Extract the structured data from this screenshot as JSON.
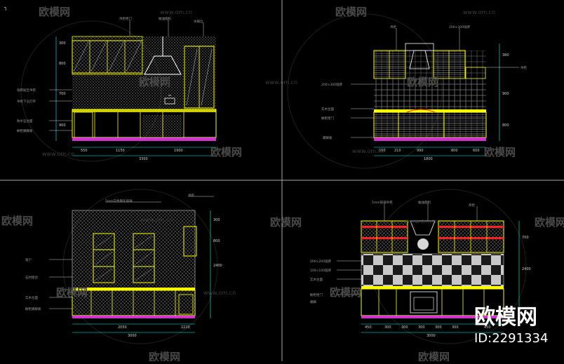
{
  "corner_mark": "┐",
  "watermark": {
    "logo_text": "欧模网",
    "url": "www.om.cn"
  },
  "brand": {
    "name": "欧模网",
    "id": "ID:2291334"
  },
  "colors": {
    "background": "#000000",
    "outline": "#ffff00",
    "dimension": "#00ffff",
    "accent_red": "#ff2020",
    "magenta": "#ff40ff",
    "hatch": "#7a7a7a",
    "leader": "#ffffff"
  },
  "dims": {
    "tl": [
      "550",
      "1150",
      "1900",
      "3300"
    ],
    "tr": [
      "500",
      "210",
      "990",
      "800",
      "600",
      "1800"
    ],
    "bl": [
      "2050",
      "2220",
      "3000"
    ],
    "br": [
      "450",
      "300",
      "300",
      "300",
      "300",
      "300",
      "450",
      "3000"
    ],
    "tl_height": [
      "300",
      "800",
      "700",
      "900"
    ],
    "tr_height": [
      "380",
      "900",
      "800"
    ],
    "bl_height": [
      "300",
      "800",
      "2400"
    ],
    "br_height": [
      "700",
      "2400"
    ]
  }
}
